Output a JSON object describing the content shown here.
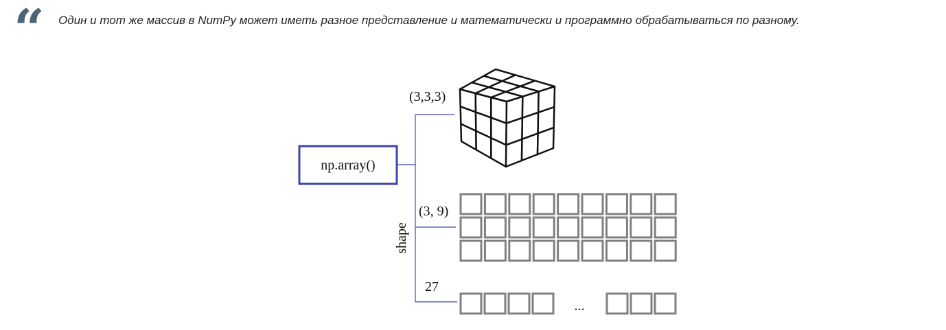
{
  "quote": {
    "icon": "quote-icon",
    "text": "Один и тот же массив в NumPy может иметь разное представление и математически и программно обрабатываться по разному."
  },
  "diagram": {
    "function_label": "np.array()",
    "axis_label": "shape",
    "shapes": [
      {
        "label": "(3,3,3)",
        "kind": "cube"
      },
      {
        "label": "(3, 9)",
        "kind": "grid",
        "rows": 3,
        "cols": 9
      },
      {
        "label": "27",
        "kind": "row",
        "ellipsis": "..."
      }
    ],
    "colors": {
      "box_border": "#3e45b0",
      "connector": "#3e45b0",
      "cell": "#808080"
    }
  }
}
